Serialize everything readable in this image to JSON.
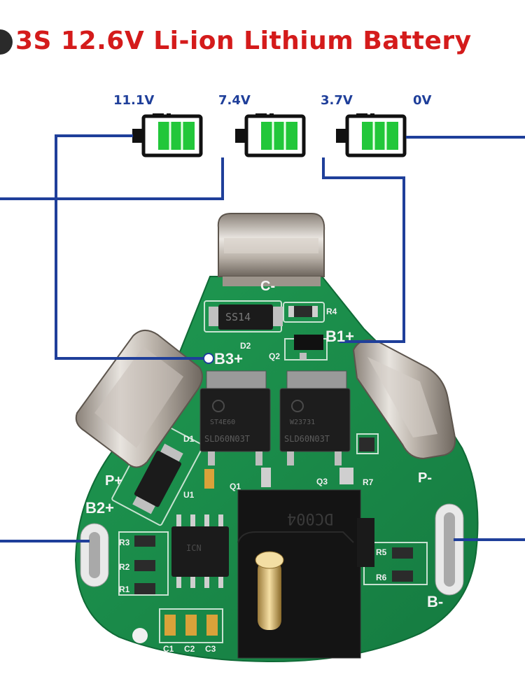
{
  "title": "3S 12.6V  Li-ion Lithium Battery",
  "voltages": {
    "v1": "11.1V",
    "v2": "7.4V",
    "v3": "3.7V",
    "v4": "0V"
  },
  "pcb": {
    "b3": "B3+",
    "b2": "B2+",
    "b1": "B1+",
    "bminus": "B-",
    "pplus": "P+",
    "pminus": "P-",
    "cminus": "C-",
    "d1": "D1",
    "d2": "D2",
    "q1": "Q1",
    "q2": "Q2",
    "q3": "Q3",
    "u1": "U1",
    "r1": "R1",
    "r2": "R2",
    "r3": "R3",
    "r4": "R4",
    "r5": "R5",
    "r6": "R6",
    "r7": "R7",
    "c1": "C1",
    "c2": "C2",
    "c3": "C3",
    "diode_top": "SS14",
    "mosfet_left": "SLD60N03T",
    "mosfet_right": "SLD60N03T",
    "mosfet_left_top": "ST4E60",
    "mosfet_right_top": "W23731",
    "connector": "DC004",
    "ic": "ICN"
  },
  "colors": {
    "title": "#d41b1b",
    "volt": "#1f3f9a",
    "wire": "#1f3f9a",
    "pcb": "#1d8f4d",
    "battery_fill": "#22c73a"
  }
}
